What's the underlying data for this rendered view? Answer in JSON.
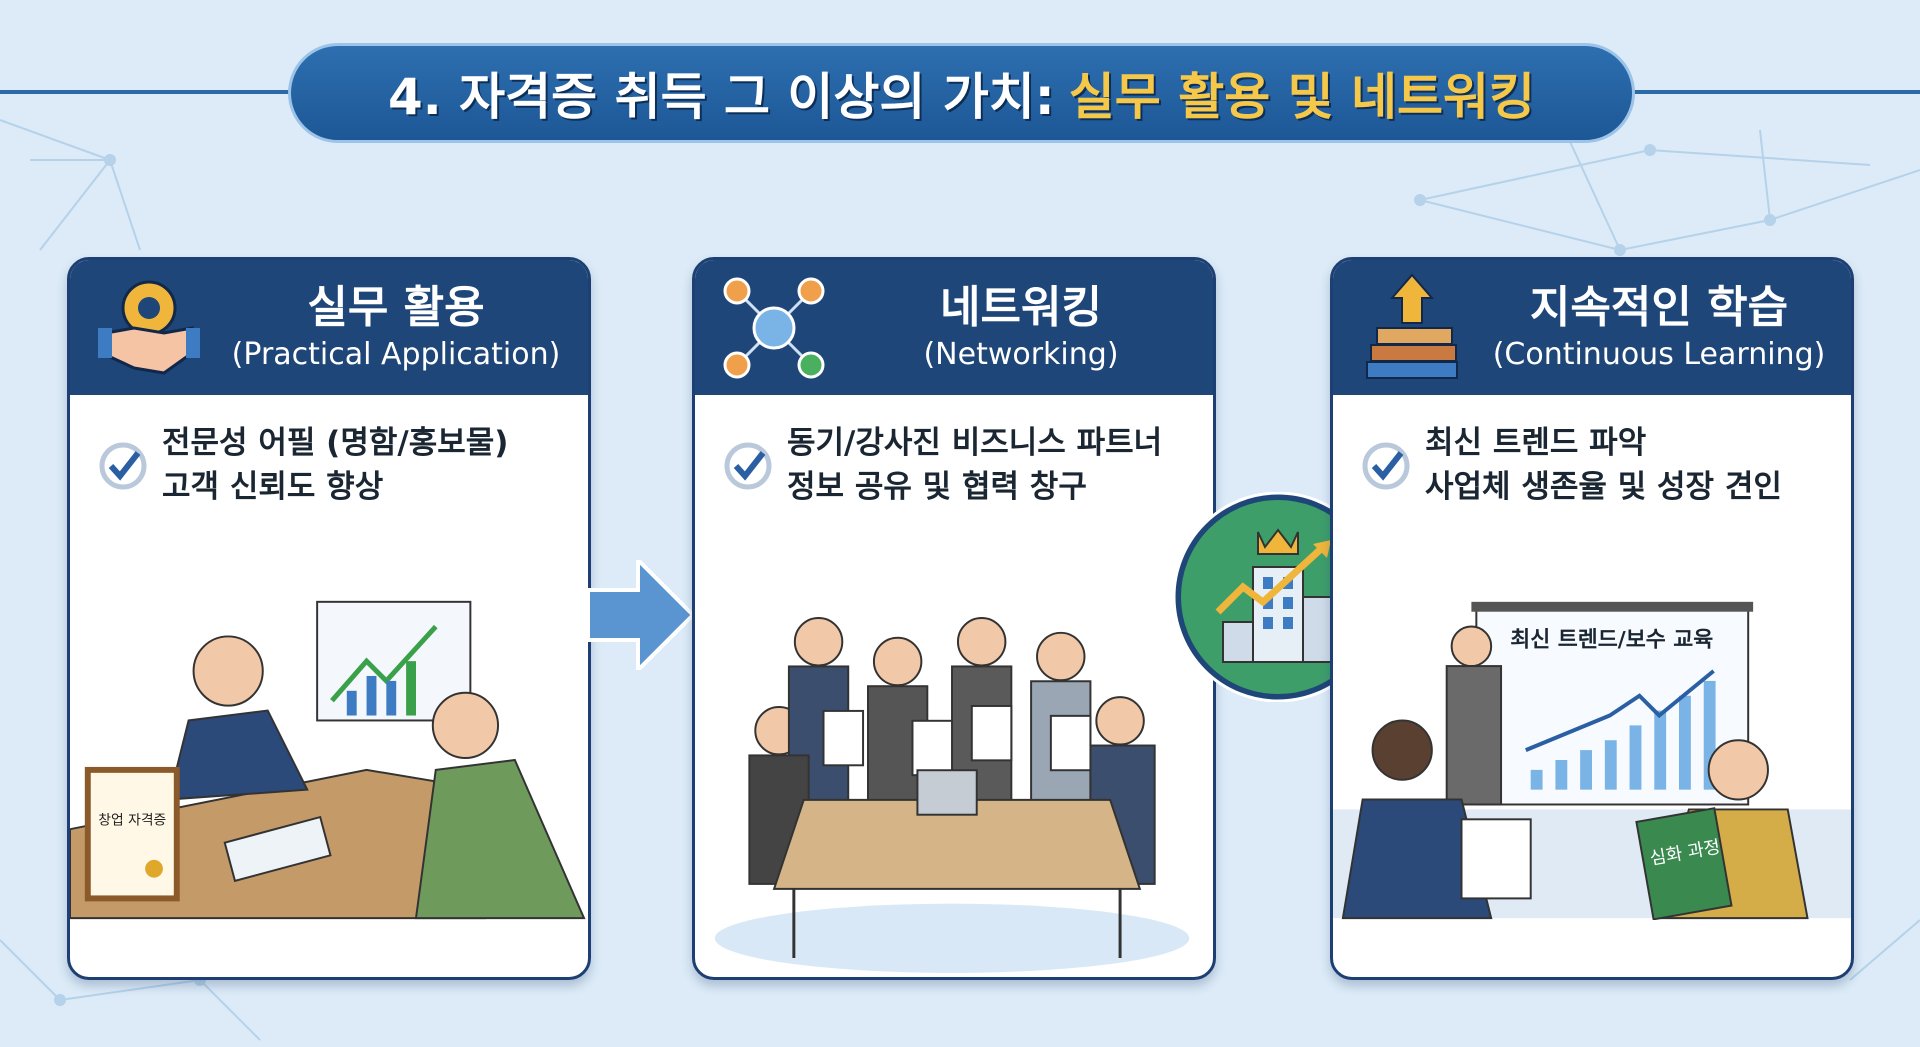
{
  "title": {
    "main": "4. 자격증 취득 그 이상의 가치:",
    "highlight": "실무 활용 및 네트워킹"
  },
  "cards": [
    {
      "title": "실무 활용",
      "subtitle": "(Practical Application)",
      "icon": "handshake-gear-icon",
      "lines": [
        "전문성 어필 (명함/홍보물)",
        "고객 신뢰도 향상"
      ],
      "illustration_label": "창업 자격증"
    },
    {
      "title": "네트워킹",
      "subtitle": "(Networking)",
      "icon": "network-people-icon",
      "lines": [
        "동기/강사진 비즈니스 파트너",
        "정보 공유 및 협력 창구"
      ]
    },
    {
      "title": "지속적인 학습",
      "subtitle": "(Continuous Learning)",
      "icon": "books-arrow-up-icon",
      "lines": [
        "최신 트렌드 파악",
        "사업체 생존율 및 성장 견인"
      ],
      "illustration_label": "최신 트렌드/보수 교육",
      "book_label": "심화 과정"
    }
  ],
  "colors": {
    "header": "#1f4678",
    "accent": "#f5c84a",
    "pill": "#2d6fb0",
    "badge": "#3e9e6a"
  }
}
